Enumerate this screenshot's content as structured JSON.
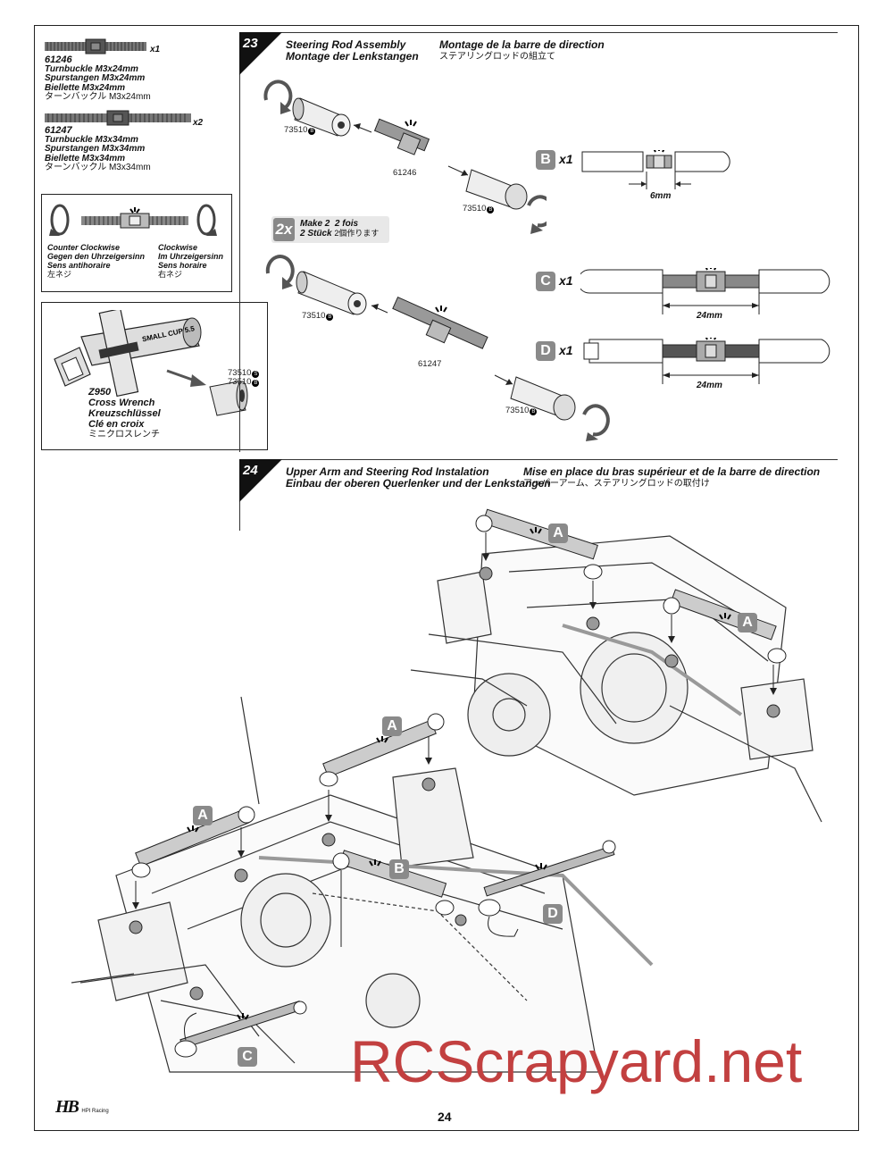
{
  "parts_list": {
    "items": [
      {
        "number": "61246",
        "qty": "x1",
        "en": "Turnbuckle M3x24mm",
        "de": "Spurstangen M3x24mm",
        "fr": "Biellette M3x24mm",
        "jp": "ターンバックル M3x24mm"
      },
      {
        "number": "61247",
        "qty": "x2",
        "en": "Turnbuckle M3x34mm",
        "de": "Spurstangen M3x34mm",
        "fr": "Biellette M3x34mm",
        "jp": "ターンバックル M3x34mm"
      }
    ]
  },
  "rotation_guide": {
    "left": {
      "en": "Counter Clockwise",
      "de": "Gegen den Uhrzeigersinn",
      "fr": "Sens antihoraire",
      "jp": "左ネジ"
    },
    "right": {
      "en": "Clockwise",
      "de": "Im Uhrzeigersinn",
      "fr": "Sens horaire",
      "jp": "右ネジ"
    }
  },
  "tool": {
    "code": "Z950",
    "en": "Cross Wrench",
    "de": "Kreuzschlüssel",
    "fr": "Clé en croix",
    "jp": "ミニクロスレンチ",
    "engraving": "SMALL CUP 5.5",
    "parts": [
      "73510",
      "73510"
    ],
    "markers": [
      "S",
      "B"
    ]
  },
  "step23": {
    "number": "23",
    "title_en": "Steering Rod Assembly",
    "title_de": "Montage der Lenkstangen",
    "title_fr": "Montage de la barre de direction",
    "title_jp": "ステアリングロッドの組立て",
    "rod_a_parts": {
      "cup_left": "73510",
      "rod": "61246",
      "cup_right": "73510",
      "marker": "B"
    },
    "rod_b_parts": {
      "cup_left": "73510",
      "rod": "61247",
      "cup_right": "73510",
      "marker": "B"
    },
    "make": {
      "badge": "2x",
      "en": "Make 2",
      "fr": "2 fois",
      "de": "2 Stück",
      "jp": "2個作ります"
    },
    "results": [
      {
        "badge": "B",
        "qty": "x1",
        "dim": "6mm"
      },
      {
        "badge": "C",
        "qty": "x1",
        "dim": "24mm"
      },
      {
        "badge": "D",
        "qty": "x1",
        "dim": "24mm"
      }
    ]
  },
  "step24": {
    "number": "24",
    "title_en": "Upper Arm and Steering Rod Instalation",
    "title_de": "Einbau der oberen Querlenker und der Lenkstangen",
    "title_fr": "Mise en place du bras supérieur et de la barre de direction",
    "title_jp": "アッパーアーム、ステアリングロッドの取付け",
    "callouts": [
      "A",
      "A",
      "A",
      "A",
      "B",
      "C",
      "D"
    ]
  },
  "footer": {
    "page_number": "24",
    "watermark": "RCScrapyard.net",
    "logo": "HB",
    "logo_sub": "HPI Racing"
  }
}
